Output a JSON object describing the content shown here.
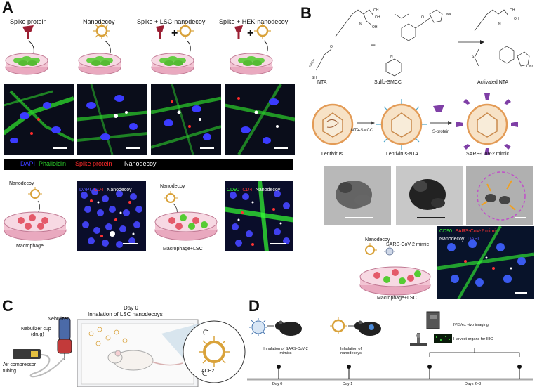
{
  "panels": {
    "a": {
      "letter": "A",
      "conditions": [
        "Spike protein",
        "Nanodecoy",
        "Spike + LSC-nanodecoy",
        "Spike + HEK-nanodecoy"
      ],
      "legend": [
        {
          "text": "DAPI",
          "color": "#3b3bff"
        },
        {
          "text": "Phalloidin",
          "color": "#2bd12b"
        },
        {
          "text": "Spike protein",
          "color": "#ff2a2a"
        },
        {
          "text": "Nanodecoy",
          "color": "#ffffff"
        }
      ],
      "bottom_left": {
        "top": "Nanodecoy",
        "bottom": "Macrophage"
      },
      "bottom_left_stain": [
        {
          "text": "DAPI",
          "color": "#5a5aff"
        },
        {
          "text": "CD4",
          "color": "#ff3333"
        },
        {
          "text": "Nanodecoy",
          "color": "#ffffff"
        }
      ],
      "bottom_right": {
        "top": "Nanodecoy",
        "bottom": "Macrophage+LSC"
      },
      "bottom_right_stain": [
        {
          "text": "CD90",
          "color": "#33ff33"
        },
        {
          "text": "CD4",
          "color": "#ff3333"
        },
        {
          "text": "Nanodecoy",
          "color": "#ffffff"
        }
      ]
    },
    "b": {
      "letter": "B",
      "chem_labels": [
        "NTA",
        "Sulfo-SMCC",
        "Activated NTA"
      ],
      "plus": "+",
      "process_labels": [
        "Lentivirus",
        "Lentivirus-NTA",
        "SARS-CoV-2 mimic"
      ],
      "arrow_labels": [
        "NTA-SMCC",
        "S-protein"
      ],
      "bottom": {
        "nanodecoy": "Nanodecoy",
        "mimic": "SARS-CoV-2 mimic",
        "dish": "Macrophage+LSC"
      },
      "stain": [
        {
          "text": "CD90",
          "color": "#33ff33"
        },
        {
          "text": "SARS-CoV-2 mimic",
          "color": "#ff3333"
        },
        {
          "text": "Nanodecoy",
          "color": "#ffffff"
        },
        {
          "text": "DAPI",
          "color": "#5a5aff"
        }
      ],
      "chem_text": {
        "oh": "OH",
        "o": "O",
        "n": "N",
        "sh": "SH",
        "na": "ONa",
        "s": "S",
        "ch2": "(CH2)n"
      }
    },
    "c": {
      "letter": "C",
      "title_line1": "Day 0",
      "title_line2": "Inhalation of LSC nanodecoys",
      "nebulizer": "Nebulizer",
      "cup": "Nebulizer cup",
      "cup_drug": "(drug)",
      "compressor": "Air compressor",
      "tubing": "tubing",
      "ace2": "ACE2"
    },
    "d": {
      "letter": "D",
      "events": [
        {
          "text": "Inhalation of SARS-CoV-2 mimics",
          "day": "Day 0"
        },
        {
          "text": "Inhalation of nanodecoys",
          "day": "Day 1"
        }
      ],
      "imaging": "IVIS/ex vivo imaging",
      "harvest": "Harvest organs for IHC",
      "range_day": "Days 2–8"
    }
  }
}
